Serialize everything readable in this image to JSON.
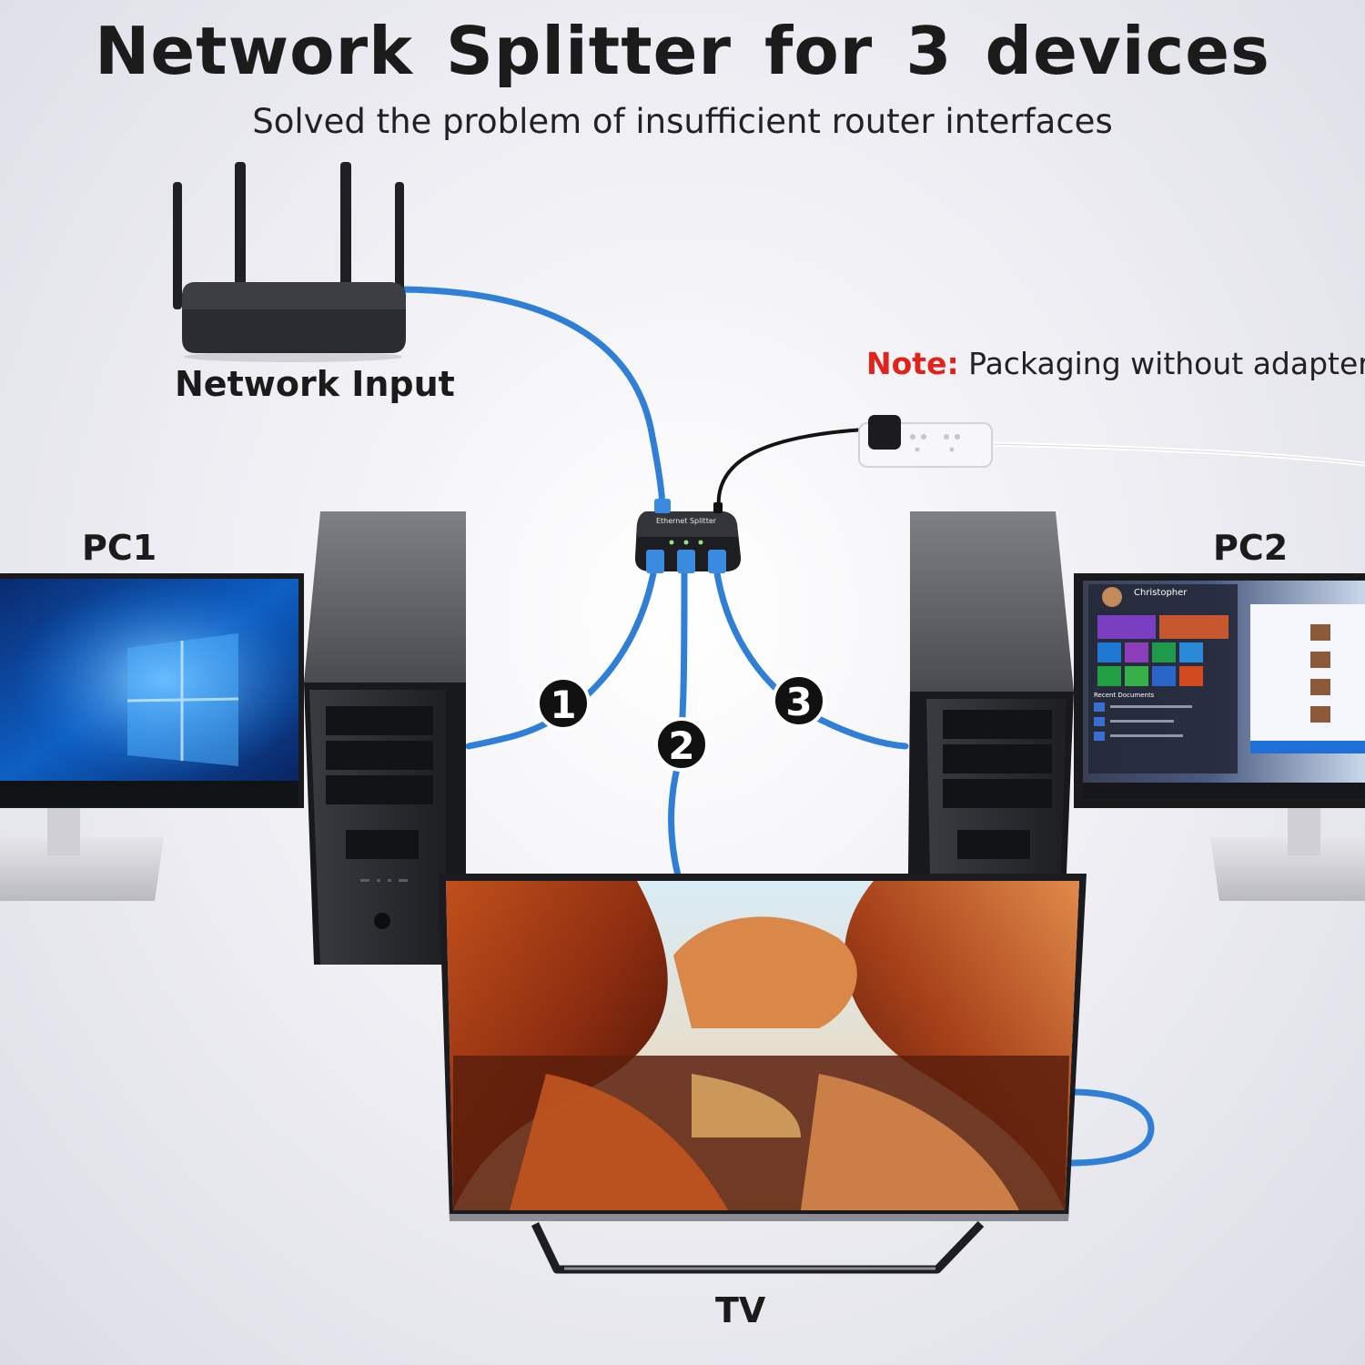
{
  "title": "Network Splitter  for 3 devices",
  "subtitle": "Solved the problem of insufficient router interfaces",
  "labels": {
    "network_input": "Network Input",
    "pc1": "PC1",
    "pc2": "PC2",
    "tv": "TV"
  },
  "note": {
    "prefix": "Note:",
    "text": "Packaging without adapter"
  },
  "splitter": {
    "name": "Ethernet Splitter"
  },
  "ports": [
    "1",
    "2",
    "3"
  ],
  "pc2_screen": {
    "user": "Christopher",
    "recent_heading": "Recent Documents"
  },
  "colors": {
    "cable": "#2f7fd6",
    "device": "#2a2b30",
    "note_accent": "#e0241b",
    "text": "#1b1b1b"
  }
}
